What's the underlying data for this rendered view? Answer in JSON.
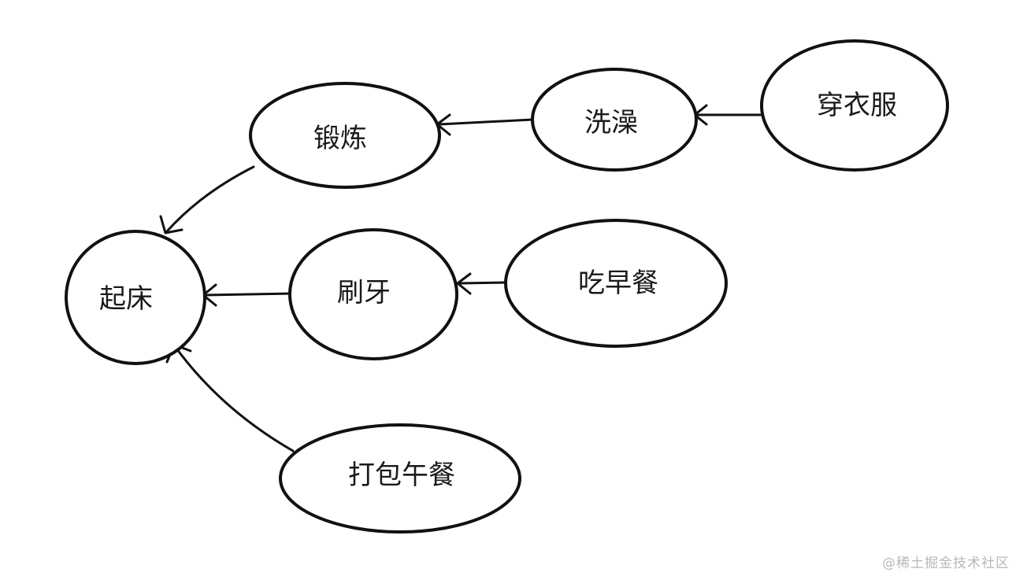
{
  "diagram": {
    "nodes": [
      {
        "id": "qichuang",
        "label": "起床"
      },
      {
        "id": "duanlian",
        "label": "锻炼"
      },
      {
        "id": "xizao",
        "label": "洗澡"
      },
      {
        "id": "chuanyifu",
        "label": "穿衣服"
      },
      {
        "id": "shuaya",
        "label": "刷牙"
      },
      {
        "id": "chizaocan",
        "label": "吃早餐"
      },
      {
        "id": "dabaowucan",
        "label": "打包午餐"
      }
    ],
    "edges": [
      {
        "from": "chuanyifu",
        "to": "xizao"
      },
      {
        "from": "xizao",
        "to": "duanlian"
      },
      {
        "from": "duanlian",
        "to": "qichuang"
      },
      {
        "from": "chizaocan",
        "to": "shuaya"
      },
      {
        "from": "shuaya",
        "to": "qichuang"
      },
      {
        "from": "dabaowucan",
        "to": "qichuang"
      }
    ]
  },
  "watermark": "@稀土掘金技术社区"
}
